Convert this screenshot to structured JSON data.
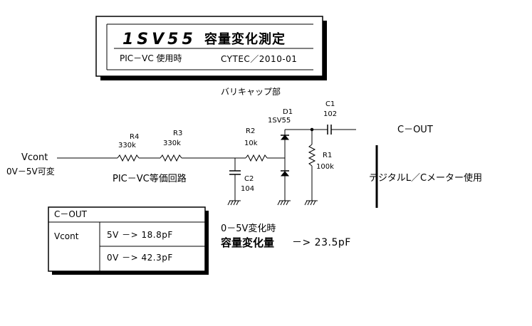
{
  "title_box": {
    "part": "1SV55",
    "heading": "容量変化測定",
    "subtitle": "PIC－VC  使用時",
    "credit": "CYTEC／2010-01"
  },
  "varicap_label": "バリキャップ部",
  "components": {
    "d1": {
      "ref": "D1",
      "part": "1SV55"
    },
    "c1": {
      "ref": "C1",
      "value": "102"
    },
    "r4": {
      "ref": "R4",
      "value": "330k"
    },
    "r3": {
      "ref": "R3",
      "value": "330k"
    },
    "r2": {
      "ref": "R2",
      "value": "10k"
    },
    "r1": {
      "ref": "R1",
      "value": "100k"
    },
    "c2": {
      "ref": "C2",
      "value": "104"
    }
  },
  "input": {
    "name": "Vcont",
    "range": "0V－5V可変"
  },
  "output_label": "C－OUT",
  "equivalent_label": "PIC－VC等価回路",
  "meter_label": "デジタルL／Cメーター使用",
  "result_table": {
    "header": "C－OUT",
    "row_label": "Vcont",
    "rows": [
      "5V  －>  18.8pF",
      "0V  －>  42.3pF"
    ]
  },
  "change": {
    "condition": "0－5V変化時",
    "label": "容量変化量",
    "value": "－>  23.5pF"
  }
}
